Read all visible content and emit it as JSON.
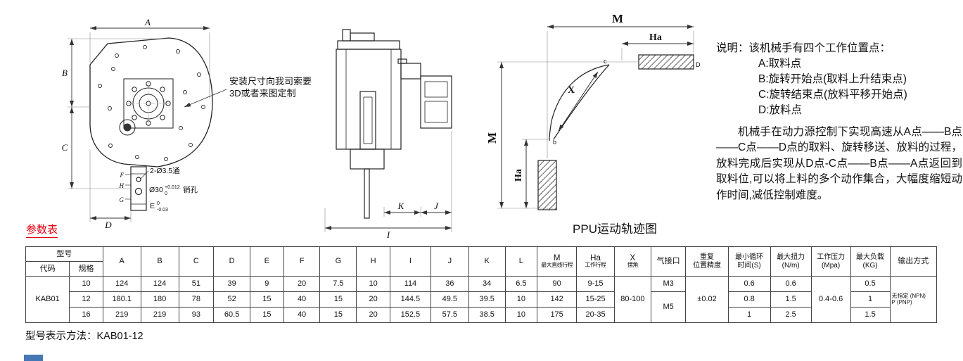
{
  "colors": {
    "accent_red": "#e60012",
    "corner_blue": "#4577b5"
  },
  "table_label": "参数表",
  "footer": "型号表示方法：KAB01-12",
  "front_view": {
    "dim_a": "A",
    "dim_b": "B",
    "dim_c": "C",
    "dim_d": "D",
    "dim_e": "E",
    "dim_f": "F",
    "dim_g": "G",
    "dim_h": "H",
    "holes_label": "2-Ø3.5通",
    "pin_label": "Ø30",
    "pin_tol_top": "+0.012",
    "pin_tol_bot": "0",
    "pin_suffix": "销孔",
    "e_label": "E",
    "e_tol_top": "0",
    "e_tol_bot": "-0.03",
    "callout_line1": "安装尺寸向我司索要",
    "callout_line2": "3D或者来图定制"
  },
  "side_view": {
    "dim_k": "K",
    "dim_j": "J",
    "dim_i": "I"
  },
  "trajectory": {
    "dim_m_top": "M",
    "dim_ha_top": "Ha",
    "dim_m_left": "M",
    "dim_ha_left": "Ha",
    "dim_x": "X",
    "pt_c": "c",
    "pt_b": "b",
    "pt_d": "D",
    "caption": "PPU运动轨迹图"
  },
  "notes": {
    "title": "说明：该机械手有四个工作位置点：",
    "items": [
      "A:取料点",
      "B:旋转开始点(取料上升结束点)",
      "C:旋转结束点(放料平移开始点)",
      "D:放料点"
    ],
    "paragraph": "机械手在动力源控制下实现高速从A点——B点——C点——D点的取料、旋转移送、放料的过程，放料完成后实现从D点-C点——B点——A点返回到取料位,可以将上料的多个动作集合，大幅度缩短动作时间,减低控制难度。"
  },
  "table": {
    "header": {
      "model": "型号",
      "code": "代码",
      "spec": "规格",
      "letters": [
        "A",
        "B",
        "C",
        "D",
        "E",
        "F",
        "G",
        "H",
        "I",
        "J",
        "K",
        "L"
      ],
      "m_main": "M",
      "m_sub": "最大直线行程",
      "ha_main": "Ha",
      "ha_sub": "工作行程",
      "x_main": "X",
      "x_sub": "摆角",
      "air": "气接口",
      "repeat": "重复\n位置精度",
      "cycle": "最小循环\n时间(S)",
      "torque": "最大扭力\n(N/m)",
      "pressure": "工作压力\n(Mpa)",
      "load": "最大负载\n(KG)",
      "output": "输出方式"
    },
    "code_value": "KAB01",
    "rows": [
      {
        "spec": "10",
        "a": "124",
        "b": "124",
        "c": "51",
        "d": "39",
        "e": "9",
        "f": "20",
        "g": "7.5",
        "h": "10",
        "i": "114",
        "j": "36",
        "k": "34",
        "l": "6.5",
        "m": "90",
        "ha": "9-15",
        "air": "M3",
        "cycle": "0.6",
        "torque": "0.6",
        "load": "0.5"
      },
      {
        "spec": "12",
        "a": "180.1",
        "b": "180",
        "c": "78",
        "d": "52",
        "e": "15",
        "f": "40",
        "g": "15",
        "h": "20",
        "i": "144.5",
        "j": "49.5",
        "k": "39.5",
        "l": "10",
        "m": "142",
        "ha": "15-25",
        "air": "M5",
        "cycle": "0.8",
        "torque": "1.5",
        "load": "1"
      },
      {
        "spec": "16",
        "a": "219",
        "b": "219",
        "c": "93",
        "d": "60.5",
        "e": "15",
        "f": "40",
        "g": "15",
        "h": "20",
        "i": "152.5",
        "j": "57.5",
        "k": "38.5",
        "l": "10",
        "m": "175",
        "ha": "20-35",
        "cycle": "1",
        "torque": "2.5",
        "load": "1.5"
      }
    ],
    "shared": {
      "x": "80-100",
      "repeat": "±0.02",
      "pressure": "0.4-0.6",
      "output": "无指定 (NPN)\nP (PNP)"
    }
  }
}
